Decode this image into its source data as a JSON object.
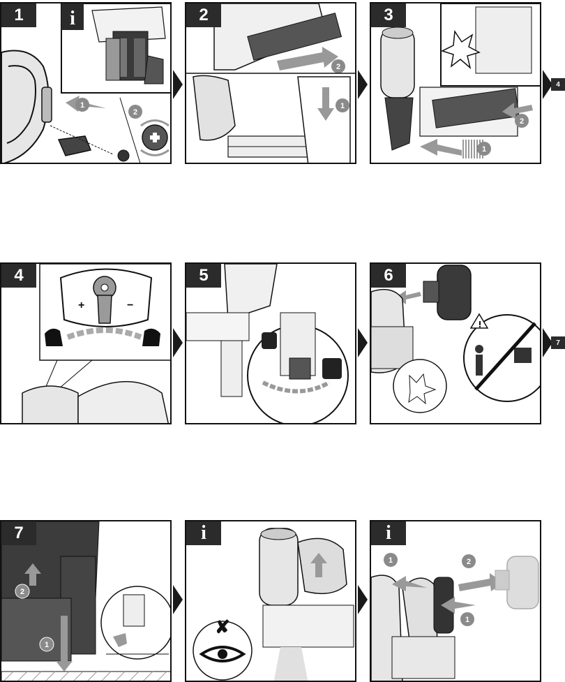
{
  "panels": [
    {
      "badge": "1",
      "callouts": [
        "1",
        "2"
      ],
      "inset_badge": "i"
    },
    {
      "badge": "2",
      "callouts": [
        "2",
        "1"
      ]
    },
    {
      "badge": "3",
      "callouts": [
        "2",
        "1"
      ]
    },
    {
      "badge": "4"
    },
    {
      "badge": "5"
    },
    {
      "badge": "6"
    },
    {
      "badge": "7",
      "callouts": [
        "2",
        "1"
      ]
    },
    {
      "badge": "i"
    },
    {
      "badge": "i",
      "callouts": [
        "1",
        "2",
        "1"
      ]
    }
  ],
  "page_refs": {
    "row1": "4",
    "row2": "7"
  },
  "icons": {
    "arrow": "right-pointer-arrow",
    "warning": "warning-triangle-icon",
    "eye": "eye-icon",
    "cross": "cross-mark-icon",
    "plus": "plus-icon",
    "muscle": "flexed-arm-icon"
  },
  "colors": {
    "frame": "#111111",
    "badge": "#2b2b2b",
    "callout": "#8a8a8a",
    "tool_grey": "#9a9a9a",
    "tool_dark": "#555555"
  }
}
